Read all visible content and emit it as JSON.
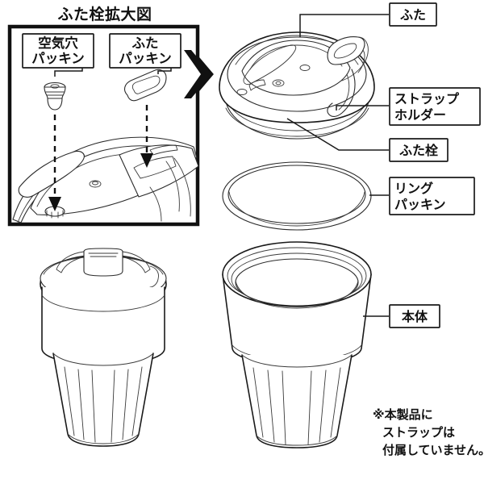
{
  "document": {
    "kind": "product-parts-diagram",
    "language": "ja",
    "background_color": "#ffffff",
    "line_color": "#1a1a1a"
  },
  "detail_panel": {
    "title": "ふた栓拡大図",
    "parts": [
      {
        "id": "air-hole-gasket",
        "label_line1": "空気穴",
        "label_line2": "パッキン"
      },
      {
        "id": "lid-gasket",
        "label_line1": "ふた",
        "label_line2": "パッキン"
      }
    ],
    "arrow_icon": "chevron-right-icon"
  },
  "callouts": [
    {
      "id": "lid",
      "line1": "ふた",
      "line2": ""
    },
    {
      "id": "strap-holder",
      "line1": "ストラップ",
      "line2": "ホルダー"
    },
    {
      "id": "lid-plug",
      "line1": "ふた栓",
      "line2": ""
    },
    {
      "id": "ring-packing",
      "line1": "リング",
      "line2": "パッキン"
    },
    {
      "id": "body",
      "line1": "本体",
      "line2": ""
    }
  ],
  "footnote": {
    "line1": "※本製品に",
    "line2": "ストラップは",
    "line3": "付属していません。"
  },
  "illustrations": [
    {
      "id": "lid-assembly",
      "name": "lid-assembly-illustration"
    },
    {
      "id": "ring-gasket",
      "name": "ring-gasket-illustration"
    },
    {
      "id": "assembled-tumbler",
      "name": "assembled-tumbler-illustration"
    },
    {
      "id": "tumbler-body",
      "name": "tumbler-body-illustration"
    }
  ]
}
